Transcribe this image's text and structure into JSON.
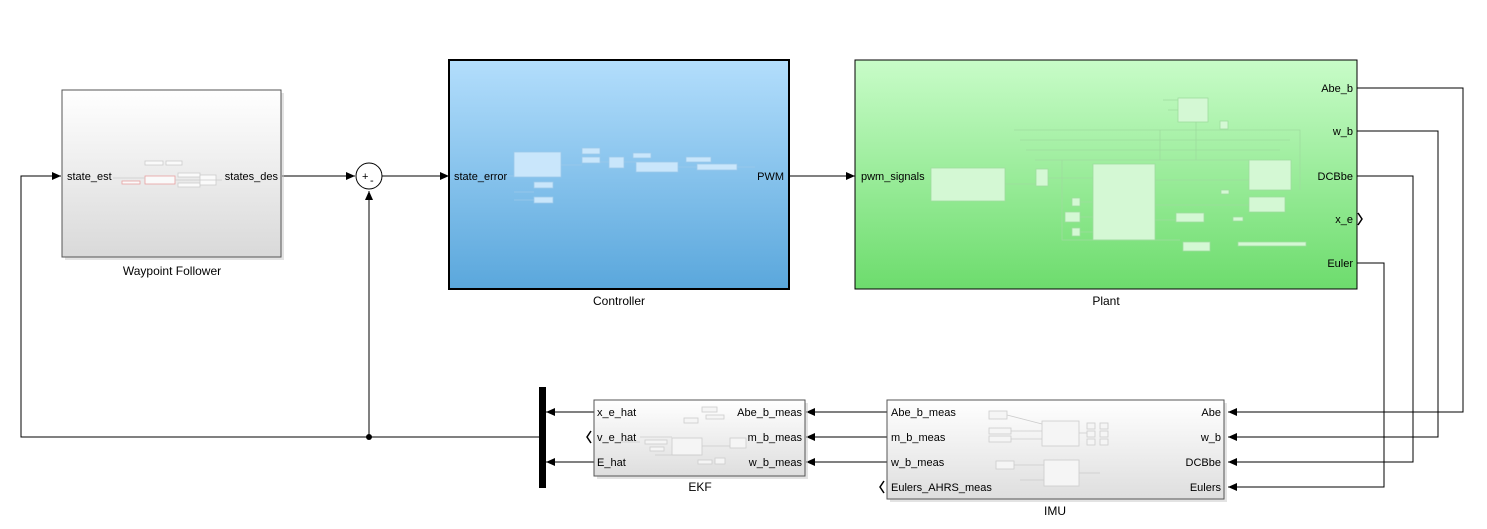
{
  "blocks": {
    "waypoint": {
      "name": "Waypoint Follower",
      "in": [
        "state_est"
      ],
      "out": [
        "states_des"
      ]
    },
    "controller": {
      "name": "Controller",
      "in": [
        "state_error"
      ],
      "out": [
        "PWM"
      ],
      "color": "#7ec0ec"
    },
    "plant": {
      "name": "Plant",
      "in": [
        "pwm_signals"
      ],
      "out": [
        "Abe_b",
        "w_b",
        "DCBbe",
        "x_e",
        "Euler"
      ],
      "color": "#8fe08f"
    },
    "ekf": {
      "name": "EKF",
      "in": [
        "Abe_b_meas",
        "m_b_meas",
        "w_b_meas"
      ],
      "out": [
        "x_e_hat",
        "v_e_hat",
        "E_hat"
      ]
    },
    "imu": {
      "name": "IMU",
      "in": [
        "Abe",
        "w_b",
        "DCBbe",
        "Eulers"
      ],
      "out": [
        "Abe_b_meas",
        "m_b_meas",
        "w_b_meas",
        "Eulers_AHRS_meas"
      ]
    }
  },
  "sum": {
    "signs": [
      "+",
      "-"
    ]
  }
}
